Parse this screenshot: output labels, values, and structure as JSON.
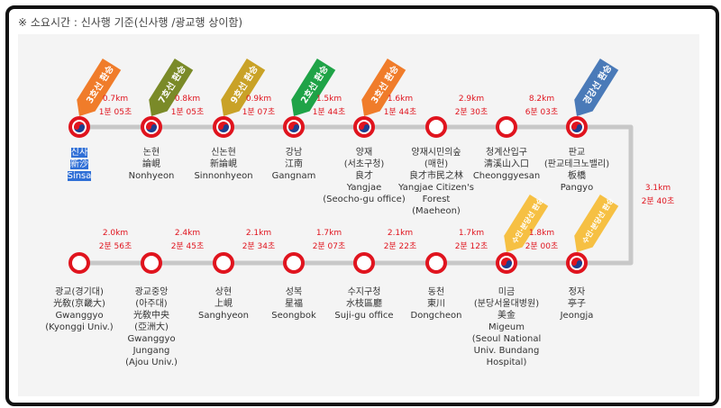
{
  "note": "※ 소요시간 : 신사행 기준(신사행 /광교행 상이함)",
  "colors": {
    "line": "#c8c8c8",
    "station_ring": "#e0141e",
    "time_text": "#e0141e",
    "line3": "#f07c2a",
    "line7": "#7a8a28",
    "line9": "#c9a227",
    "line2": "#1fa347",
    "gyeonggang": "#4a7ab8",
    "suin_bundang": "#f6c043"
  },
  "top_stations": [
    {
      "name": "신사\n新沙\nSinsa",
      "transfer": true,
      "selected": true
    },
    {
      "name": "논현\n論峴\nNonhyeon",
      "transfer": true
    },
    {
      "name": "신논현\n新論峴\nSinnonhyeon",
      "transfer": true
    },
    {
      "name": "강남\n江南\nGangnam",
      "transfer": true
    },
    {
      "name": "양재\n(서초구청)\n良才\nYangjae\n(Seocho-gu office)",
      "transfer": true
    },
    {
      "name": "양재시민의숲\n(매헌)\n良才市民之林\nYangjae Citizen's\nForest\n(Maeheon)",
      "transfer": false
    },
    {
      "name": "청계산입구\n清溪山入口\nCheonggyesan",
      "transfer": false
    },
    {
      "name": "판교\n(판교테크노밸리)\n板橋\nPangyo",
      "transfer": true
    }
  ],
  "top_segments": [
    "0.7km\n1분 05초",
    "0.8km\n1분 05초",
    "0.9km\n1분 07초",
    "1.5km\n1분 44초",
    "1.6km\n1분 44초",
    "2.9km\n2분 30초",
    "8.2km\n6분 03초"
  ],
  "connector_segment": "3.1km\n2분 40초",
  "bottom_stations": [
    {
      "name": "광교(경기대)\n光敎(京畿大)\nGwanggyo\n(Kyonggi Univ.)",
      "transfer": false
    },
    {
      "name": "광교중앙\n(아주대)\n光敎中央\n(亞洲大)\nGwanggyo\nJungang\n(Ajou Univ.)",
      "transfer": false
    },
    {
      "name": "상현\n上峴\nSanghyeon",
      "transfer": false
    },
    {
      "name": "성복\n星福\nSeongbok",
      "transfer": false
    },
    {
      "name": "수지구청\n水枝區廳\nSuji-gu office",
      "transfer": false
    },
    {
      "name": "동천\n東川\nDongcheon",
      "transfer": false
    },
    {
      "name": "미금\n(분당서울대병원)\n美金\nMigeum\n(Seoul National\nUniv. Bundang\nHospital)",
      "transfer": true
    },
    {
      "name": "정자\n亭子\nJeongja",
      "transfer": true
    }
  ],
  "bottom_segments": [
    "2.0km\n2분 56초",
    "2.4km\n2분 45초",
    "2.1km\n2분 34초",
    "1.7km\n2분 07초",
    "2.1km\n2분 22초",
    "1.7km\n2분 12초",
    "1.8km\n2분 00초"
  ],
  "transfer_tags": [
    {
      "label": "3호선 환승",
      "color": "line3",
      "row": "top",
      "station": 0
    },
    {
      "label": "7호선 환승",
      "color": "line7",
      "row": "top",
      "station": 1
    },
    {
      "label": "9호선 환승",
      "color": "line9",
      "row": "top",
      "station": 2
    },
    {
      "label": "2호선 환승",
      "color": "line2",
      "row": "top",
      "station": 3
    },
    {
      "label": "3호선 환승",
      "color": "line3",
      "row": "top",
      "station": 4
    },
    {
      "label": "경강선 환승",
      "color": "gyeonggang",
      "row": "top",
      "station": 7
    },
    {
      "label": "수인·분당선 환승",
      "color": "suin_bundang",
      "row": "bottom",
      "station": 6
    },
    {
      "label": "수인·분당선 환승",
      "color": "suin_bundang",
      "row": "bottom",
      "station": 7
    }
  ]
}
